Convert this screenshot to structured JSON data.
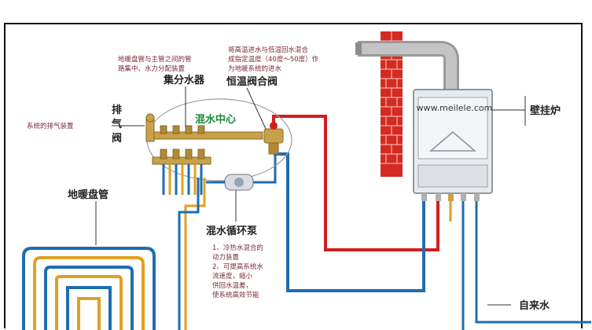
{
  "labels": {
    "manifold": "集分水器",
    "thermostatic_valve": "恒温阀合阀",
    "mixing_center": "混水中心",
    "exhaust": [
      "排",
      "气",
      "阀"
    ],
    "floor_coil": "地暖盘管",
    "pump": "混水循环泵",
    "boiler": "壁挂炉",
    "tap_water": "自来水",
    "watermark": "www.meilele.com"
  },
  "notes": {
    "manifold": [
      "地暖盘管与主管之间的管",
      "路集中、水力分配装置"
    ],
    "exhaust": "系统的排气装置",
    "valve": [
      "将高温进水与低温回水混合",
      "成指定温度（40度～50度）作",
      "为地暖系统的进水"
    ],
    "pump": [
      "1、冷热水混合的",
      "   动力装置",
      "2、可提高系统水",
      "   流速度，缩小",
      "   供回水温差，",
      "   使系统高效节能"
    ]
  },
  "colors": {
    "hot_pipe": "#d01e1e",
    "return_pipe": "#1f6db0",
    "floor_pipe_out": "#1f6db0",
    "floor_pipe_in": "#e0a020",
    "brick": "#d42a22",
    "boiler": "#e8ebee",
    "flue": "#b5b5b5",
    "brass": "#c8a24a",
    "frame": "#111111"
  }
}
